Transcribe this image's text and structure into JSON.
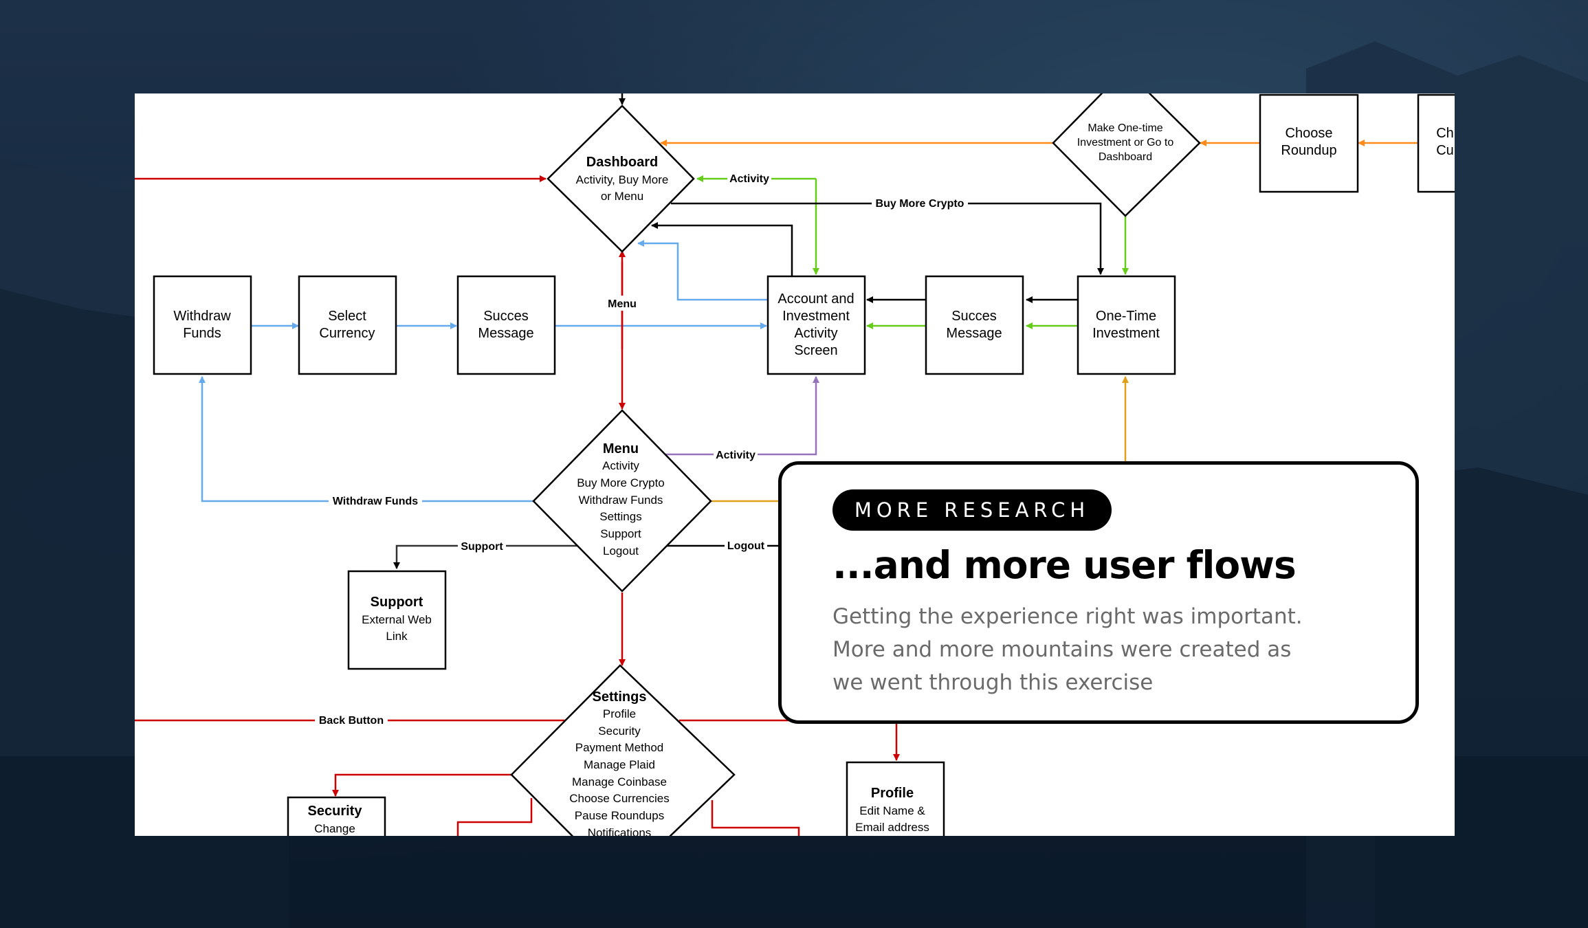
{
  "diagram": {
    "nodes": {
      "dashboard": {
        "title": "Dashboard",
        "lines": [
          "Activity, Buy More",
          "or Menu"
        ]
      },
      "make_one_time": {
        "lines": [
          "Make One-time",
          "Investment or Go to",
          "Dashboard"
        ]
      },
      "choose_roundup": {
        "lines": [
          "Choose",
          "Roundup"
        ]
      },
      "choose_currencies_partial": {
        "lines": [
          "Ch",
          "Cu"
        ]
      },
      "withdraw_funds": {
        "lines": [
          "Withdraw",
          "Funds"
        ]
      },
      "select_currency": {
        "lines": [
          "Select",
          "Currency"
        ]
      },
      "success_message_1": {
        "lines": [
          "Succes",
          "Message"
        ]
      },
      "account_activity": {
        "lines": [
          "Account and",
          "Investment",
          "Activity",
          "Screen"
        ]
      },
      "success_message_2": {
        "lines": [
          "Succes",
          "Message"
        ]
      },
      "one_time_investment": {
        "lines": [
          "One-Time",
          "Investment"
        ]
      },
      "menu": {
        "title": "Menu",
        "lines": [
          "Activity",
          "Buy More Crypto",
          "Withdraw Funds",
          "Settings",
          "Support",
          "Logout"
        ]
      },
      "support": {
        "title": "Support",
        "lines": [
          "External Web",
          "Link"
        ]
      },
      "settings": {
        "title": "Settings",
        "lines": [
          "Profile",
          "Security",
          "Payment Method",
          "Manage Plaid",
          "Manage Coinbase",
          "Choose Currencies",
          "Pause Roundups",
          "Notifications"
        ]
      },
      "security": {
        "title": "Security",
        "lines": [
          "Change"
        ]
      },
      "profile": {
        "title": "Profile",
        "lines": [
          "Edit Name &",
          "Email address"
        ]
      }
    },
    "edge_labels": {
      "activity_top": "Activity",
      "buy_more_crypto": "Buy More Crypto",
      "menu": "Menu",
      "activity_menu": "Activity",
      "withdraw_funds": "Withdraw Funds",
      "support": "Support",
      "logout": "Logout",
      "back_button": "Back Button"
    },
    "colors": {
      "red": "#cc0000",
      "orange": "#ff8c1a",
      "green": "#66cc1a",
      "blue": "#66aaee",
      "purple": "#9673b9",
      "amber": "#e0a01a",
      "black": "#000000"
    }
  },
  "card": {
    "tag": "MORE RESEARCH",
    "headline": "...and more user flows",
    "body_lines": [
      "Getting the experience right was important.",
      "More and more mountains were created as",
      "we went through this exercise"
    ]
  }
}
